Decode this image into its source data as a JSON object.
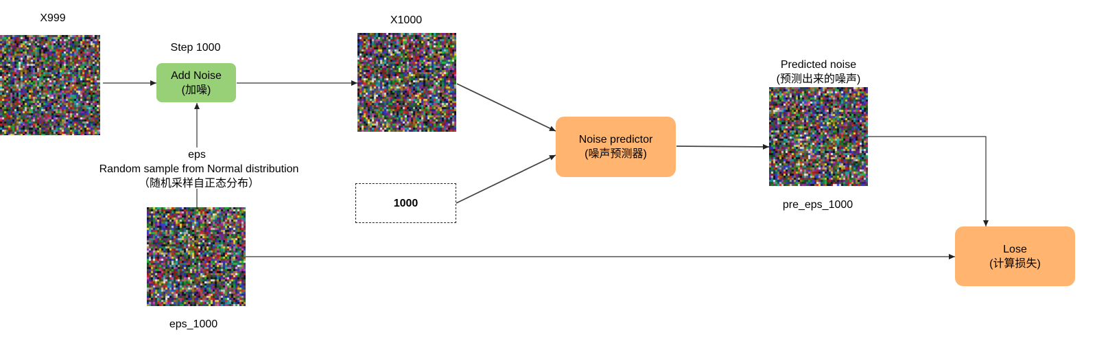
{
  "labels": {
    "x999": "X999",
    "step": "Step 1000",
    "x1000": "X1000",
    "predicted_title": "Predicted noise",
    "predicted_title_cn": "(预测出来的噪声)",
    "eps": "eps",
    "eps_desc": "Random sample from Normal distribution",
    "eps_desc_cn": "（随机采样自正态分布）",
    "pre_eps": "pre_eps_1000",
    "eps_1000": "eps_1000"
  },
  "nodes": {
    "add_noise": {
      "line1": "Add Noise",
      "line2": "(加噪)",
      "color": "#97d077"
    },
    "noise_predictor": {
      "line1": "Noise predictor",
      "line2": "(噪声预测器)",
      "color": "#ffb570"
    },
    "timestep": {
      "value": "1000"
    },
    "loss": {
      "line1": "Lose",
      "line2": "(计算损失)",
      "color": "#ffb570"
    }
  },
  "images": [
    {
      "name": "x999-noise-image"
    },
    {
      "name": "x1000-noise-image"
    },
    {
      "name": "predicted-noise-image"
    },
    {
      "name": "eps-noise-image"
    }
  ]
}
